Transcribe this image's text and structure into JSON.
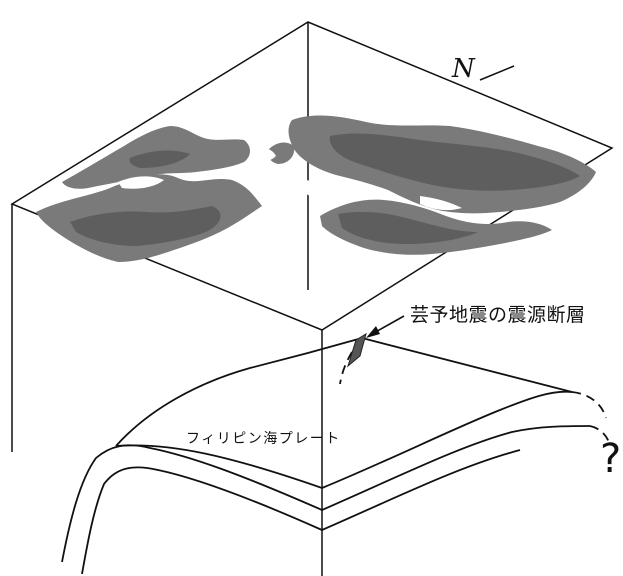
{
  "labels": {
    "fault": "芸予地震の震源断層",
    "plate": "フィリピン海プレート",
    "north": "N",
    "question": "?"
  },
  "colors": {
    "line": "#111111",
    "terrain": "#7a7a7a",
    "terrain_dark": "#5e5e5e",
    "fault_plane": "#555555"
  },
  "icons": {
    "north": "north-arrow-icon",
    "fault_pointer": "arrow-icon"
  }
}
